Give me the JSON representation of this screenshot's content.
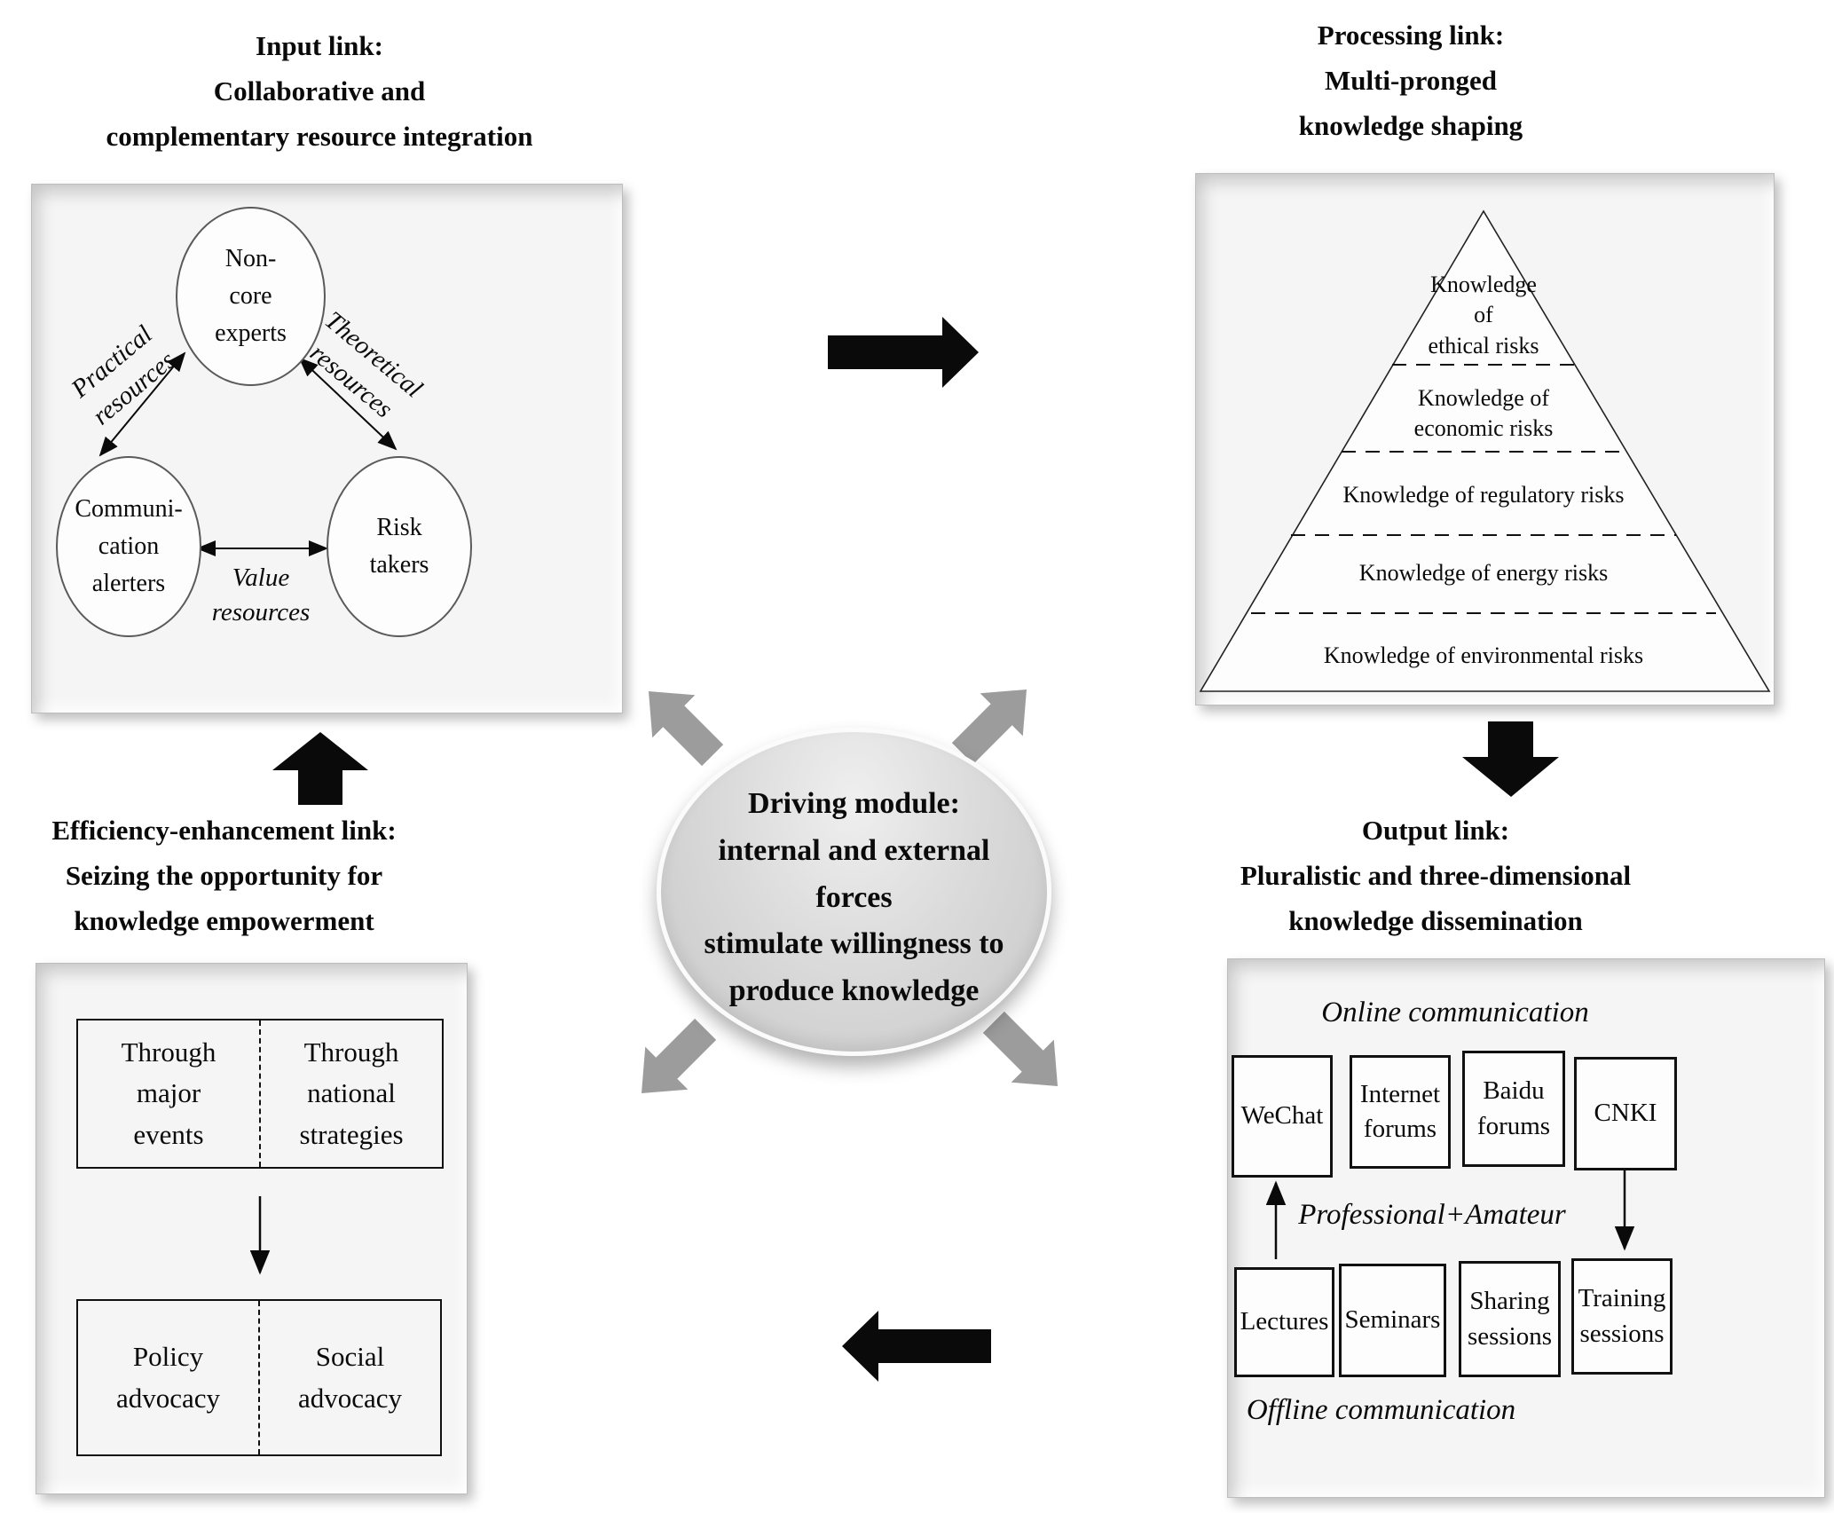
{
  "input": {
    "title": "Input link:\nCollaborative and\ncomplementary resource integration",
    "node_top": "Non-\ncore\nexperts",
    "node_left": "Communi-\ncation\nalerters",
    "node_right": "Risk\ntakers",
    "edge_left": "Practical\nresources",
    "edge_right": "Theoretical\nresources",
    "edge_bottom": "Value\nresources"
  },
  "processing": {
    "title": "Processing link:\nMulti-pronged\nknowledge shaping",
    "levels": [
      "Knowledge\nof\nethical risks",
      "Knowledge of\neconomic risks",
      "Knowledge of regulatory risks",
      "Knowledge of energy risks",
      "Knowledge of environmental risks"
    ]
  },
  "efficiency": {
    "title": "Efficiency-enhancement link:\nSeizing the opportunity for\nknowledge empowerment",
    "row1_left": "Through\nmajor\nevents",
    "row1_right": "Through\nnational\nstrategies",
    "row2_left": "Policy\nadvocacy",
    "row2_right": "Social\nadvocacy"
  },
  "output": {
    "title": "Output link:\nPluralistic and three-dimensional\nknowledge dissemination",
    "online_label": "Online communication",
    "boxes_online": [
      "WeChat",
      "Internet\nforums",
      "Baidu\nforums",
      "CNKI"
    ],
    "middle_label": "Professional+Amateur",
    "boxes_offline": [
      "Lectures",
      "Seminars",
      "Sharing\nsessions",
      "Training\nsessions"
    ],
    "offline_label": "Offline communication"
  },
  "center": {
    "text": "Driving module:\ninternal and external\nforces\nstimulate willingness to\nproduce knowledge"
  },
  "colors": {
    "arrow_black": "#0a0a0a",
    "arrow_gray": "#9c9c9c",
    "panel_bg": "#f5f5f5",
    "ellipse_fill": "#cfcfcf"
  }
}
